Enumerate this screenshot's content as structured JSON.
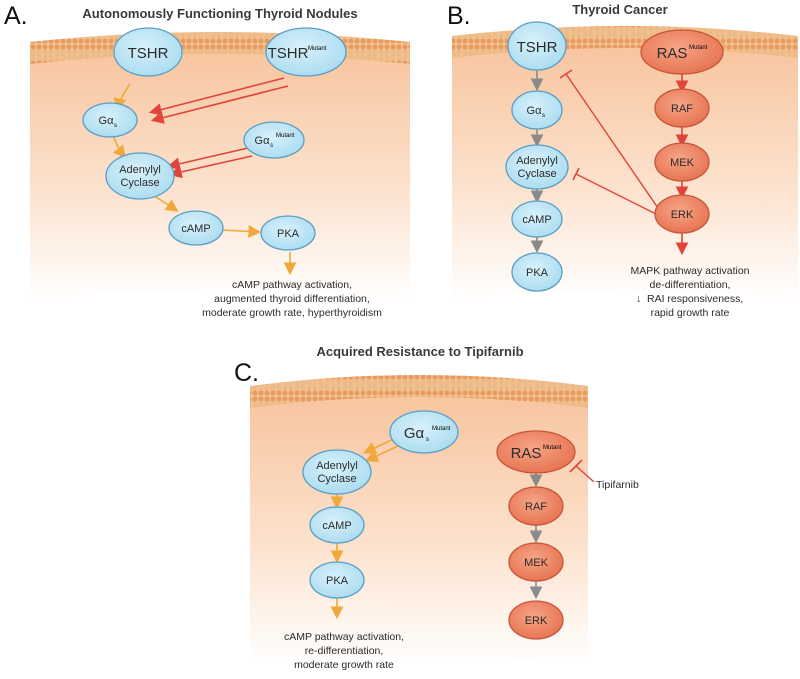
{
  "colors": {
    "blue_node_fill": "#bfe6f6",
    "blue_node_stroke": "#5a9ec4",
    "red_node_fill": "#ef8a6c",
    "red_node_stroke": "#c5563a",
    "orange_arrow": "#f0a83a",
    "red_arrow": "#e0443a",
    "gray_arrow": "#8a8a8a",
    "membrane": "#f3c49a",
    "cytoplasm": "#fbe1c8"
  },
  "panel_a": {
    "letter": "A.",
    "title": "Autonomously Functioning Thyroid Nodules",
    "nodes": {
      "tshr": "TSHR",
      "tshr_mutant": "TSHR",
      "tshr_mutant_sup": "Mutant",
      "gas": "Gα",
      "gas_sub": "s",
      "gas_mutant": "Gα",
      "gas_mutant_sub": "s",
      "gas_mutant_sup": "Mutant",
      "adenylyl_line1": "Adenylyl",
      "adenylyl_line2": "Cyclase",
      "camp": "cAMP",
      "pka": "PKA"
    },
    "outcome": [
      "cAMP pathway activation,",
      "augmented thyroid differentiation,",
      "moderate growth rate, hyperthyroidism"
    ]
  },
  "panel_b": {
    "letter": "B.",
    "title": "Thyroid Cancer",
    "nodes": {
      "tshr": "TSHR",
      "gas": "Gα",
      "gas_sub": "s",
      "adenylyl_line1": "Adenylyl",
      "adenylyl_line2": "Cyclase",
      "camp": "cAMP",
      "pka": "PKA",
      "ras": "RAS",
      "ras_sup": "Mutant",
      "raf": "RAF",
      "mek": "MEK",
      "erk": "ERK"
    },
    "outcome": [
      "MAPK pathway activation",
      "de-differentiation,",
      "RAI responsiveness,",
      "rapid growth rate"
    ],
    "down_arrow_symbol": "↓"
  },
  "panel_c": {
    "letter": "C.",
    "title": "Acquired Resistance to Tipifarnib",
    "nodes": {
      "gas_mutant": "Gα",
      "gas_mutant_sub": "s",
      "gas_mutant_sup": "Mutant",
      "adenylyl_line1": "Adenylyl",
      "adenylyl_line2": "Cyclase",
      "camp": "cAMP",
      "pka": "PKA",
      "ras": "RAS",
      "ras_sup": "Mutant",
      "raf": "RAF",
      "mek": "MEK",
      "erk": "ERK"
    },
    "inhibitor": "Tipifarnib",
    "outcome": [
      "cAMP pathway activation,",
      "re-differentiation,",
      "moderate growth rate"
    ]
  }
}
